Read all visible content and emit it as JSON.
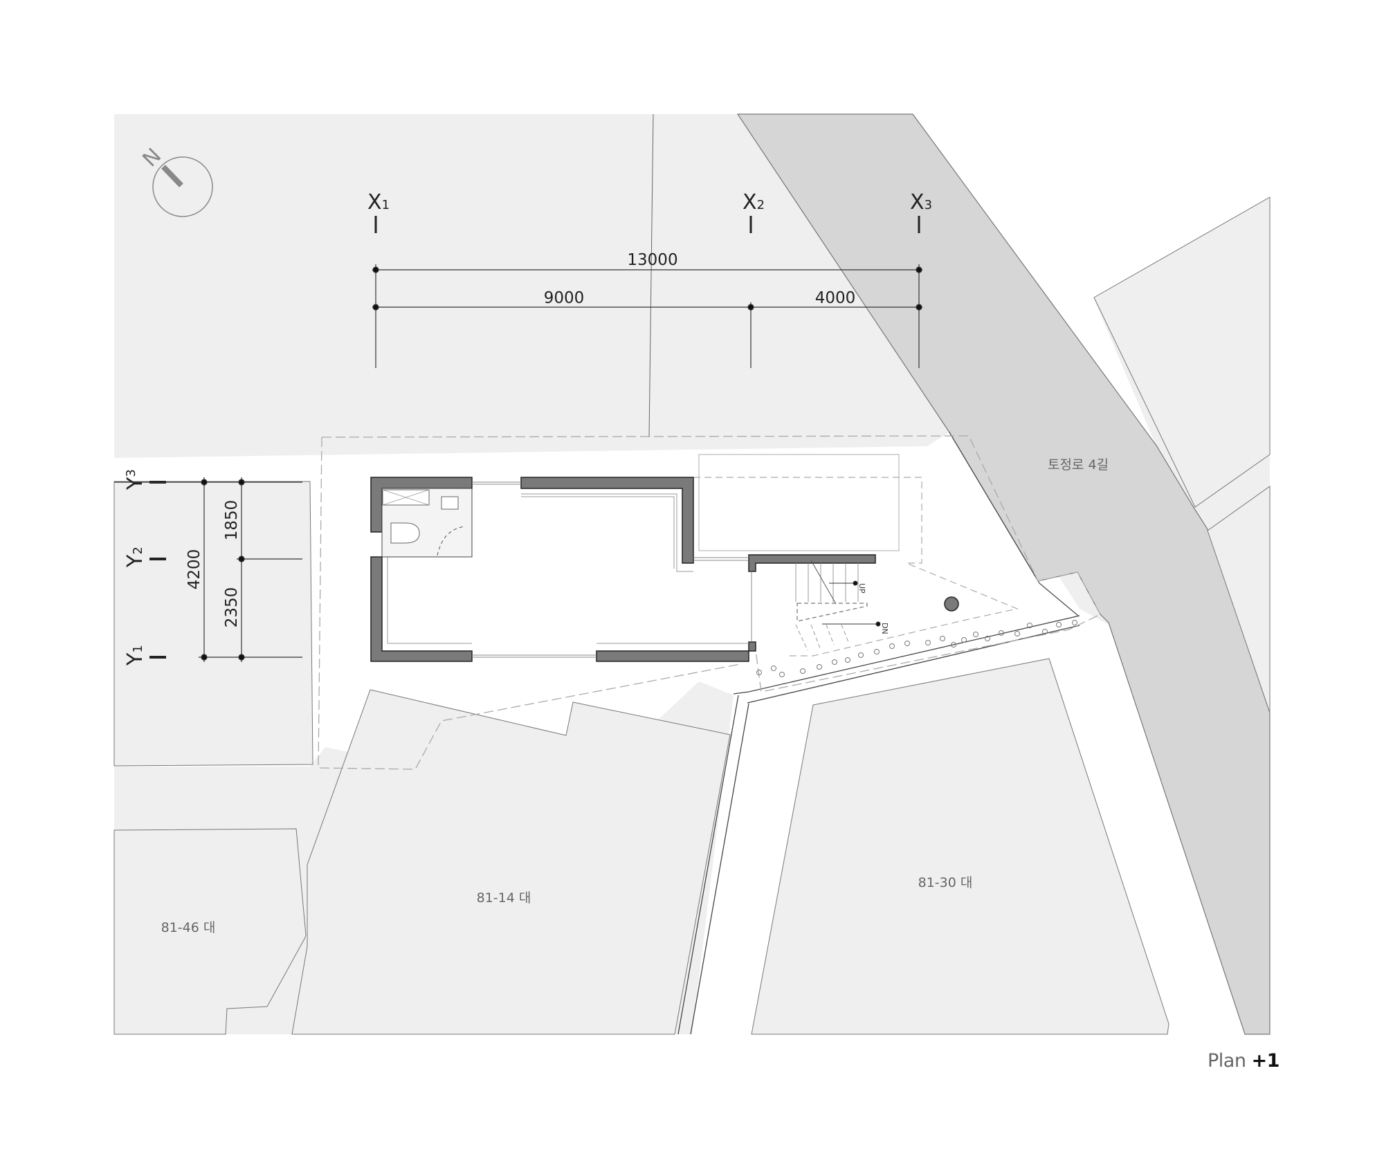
{
  "drawing": {
    "title": "Plan",
    "level": "+1",
    "north_label": "N",
    "gridlines": {
      "x": [
        {
          "label": "X",
          "sub": "1"
        },
        {
          "label": "X",
          "sub": "2"
        },
        {
          "label": "X",
          "sub": "3"
        }
      ],
      "y": [
        {
          "label": "Y",
          "sub": "3"
        },
        {
          "label": "Y",
          "sub": "2"
        },
        {
          "label": "Y",
          "sub": "1"
        }
      ]
    },
    "dimensions": {
      "x_total": "13000",
      "x_segments": [
        "9000",
        "4000"
      ],
      "y_total": "4200",
      "y_segments": [
        "1850",
        "2350"
      ]
    },
    "stair": {
      "up": "UP",
      "dn": "DN"
    },
    "road_label": "토정로 4길",
    "parcels": [
      "81-46 대",
      "81-14 대",
      "81-30 대"
    ]
  },
  "colors": {
    "site": "#efefef",
    "road": "#d6d6d6",
    "wall": "#7a7a7a",
    "line": "#555555"
  }
}
